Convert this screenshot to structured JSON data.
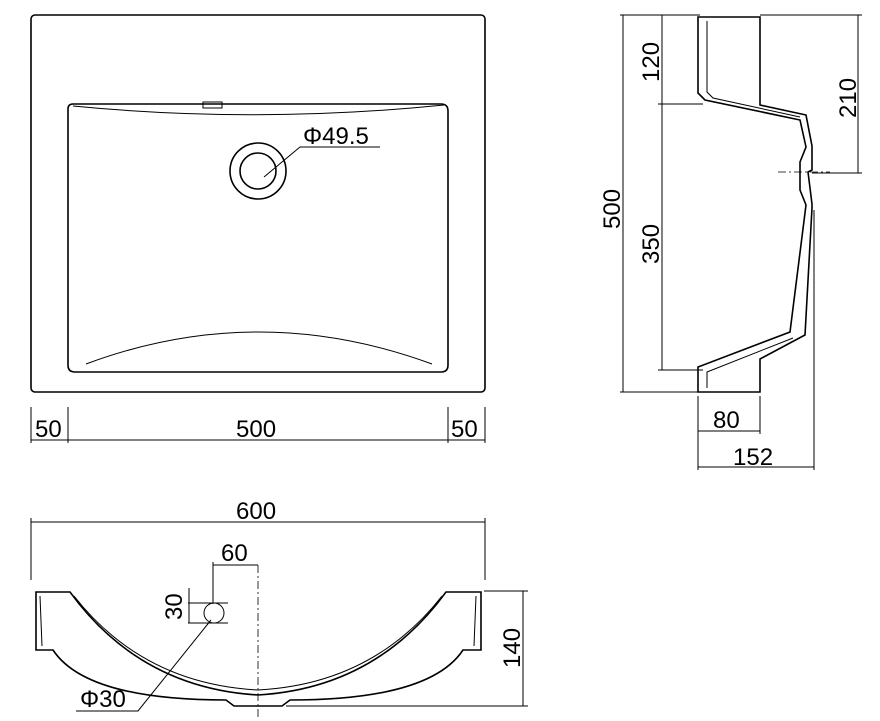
{
  "top_view": {
    "drain_diameter": "Φ49.5",
    "dim_left": "50",
    "dim_middle": "500",
    "dim_right": "50"
  },
  "side_view": {
    "dim_top": "120",
    "dim_mid": "350",
    "dim_total": "500",
    "dim_right": "210",
    "dim_bottom": "80",
    "dim_depth": "152"
  },
  "front_view": {
    "dim_width": "600",
    "dim_offset": "60",
    "dim_hole": "30",
    "dim_height": "140",
    "hole_diameter": "Φ30"
  }
}
